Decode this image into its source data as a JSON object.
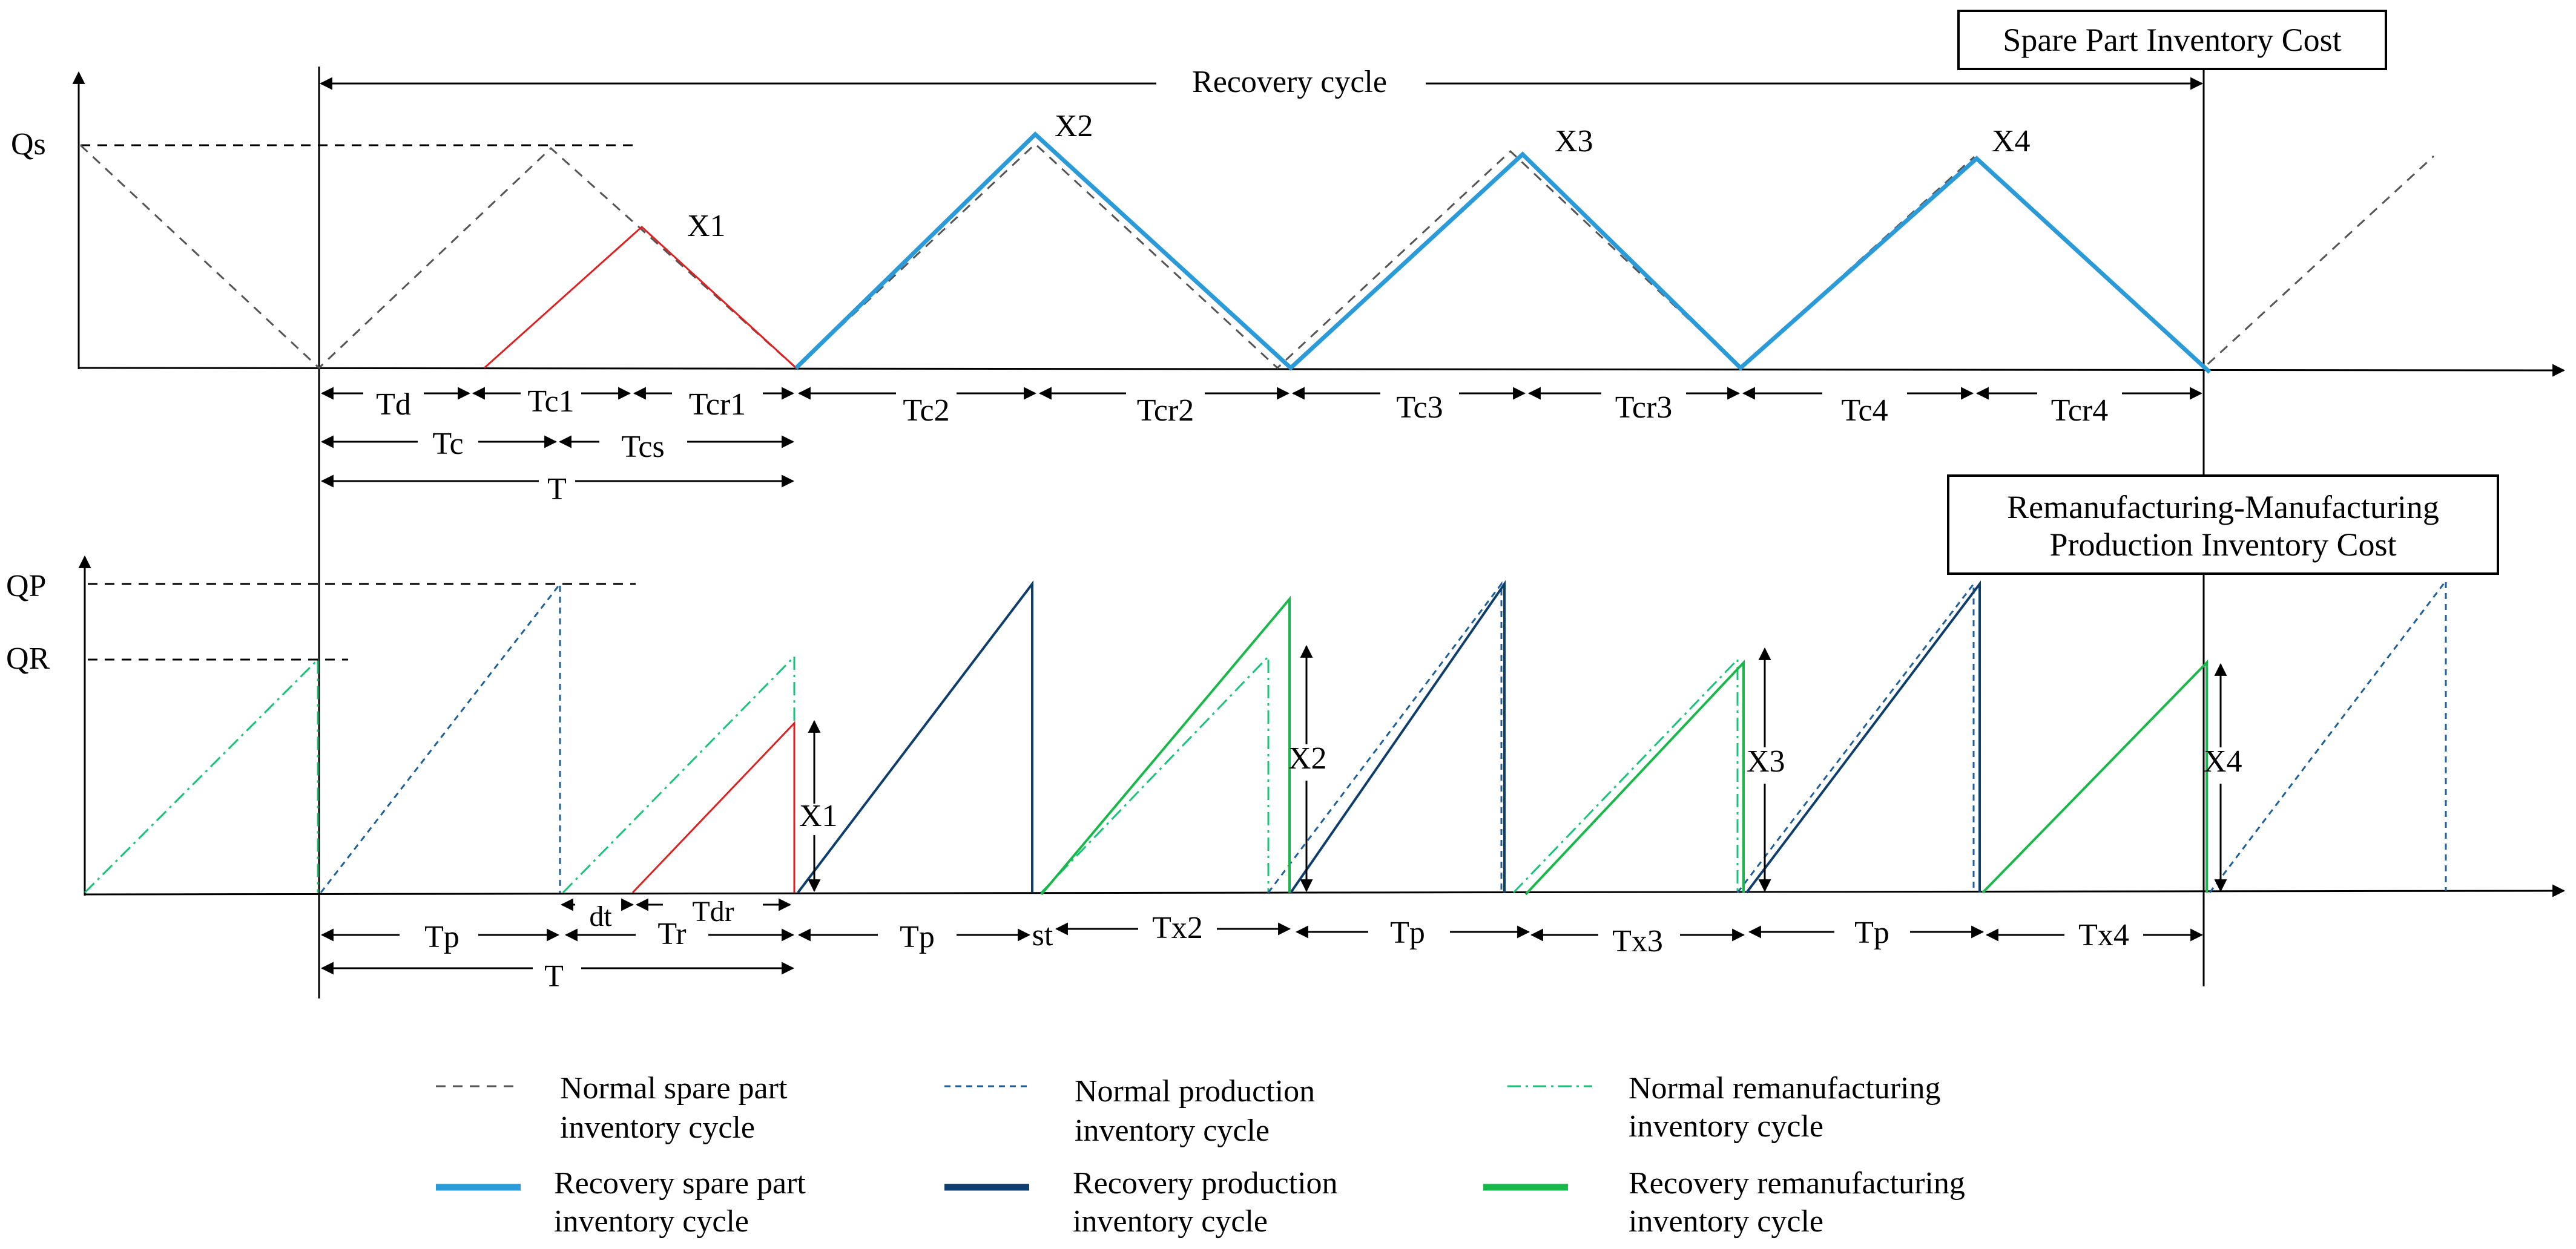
{
  "colors": {
    "axis": "#000000",
    "normal_spare": "#555555",
    "normal_production": "#1f5f9a",
    "normal_reman": "#19c37a",
    "recovery_spare": "#2a9ad8",
    "recovery_production": "#0e3e6e",
    "recovery_reman": "#19b84a",
    "disruption": "#e02020"
  },
  "top_panel": {
    "box_title": "Spare Part Inventory Cost",
    "cycle_label": "Recovery cycle",
    "y_level_label": "Qs",
    "peak_labels": [
      "X1",
      "X2",
      "X3",
      "X4"
    ],
    "interval_row1": [
      "Td",
      "Tc1",
      "Tcr1",
      "Tc2",
      "Tcr2",
      "Tc3",
      "Tcr3",
      "Tc4",
      "Tcr4"
    ],
    "interval_row2": [
      "Tc",
      "Tcs"
    ],
    "interval_row3": [
      "T"
    ]
  },
  "bottom_panel": {
    "box_title_line1": "Remanufacturing-Manufacturing",
    "box_title_line2": "Production Inventory Cost",
    "y_level_labels": [
      "QP",
      "QR"
    ],
    "height_labels": [
      "X1",
      "X2",
      "X3",
      "X4"
    ],
    "interval_row1": [
      "Tp",
      "Tr",
      "Tp",
      "st",
      "Tx2",
      "Tp",
      "Tx3",
      "Tp",
      "Tx4"
    ],
    "interval_sub": [
      "dt",
      "Tdr"
    ],
    "interval_row2": [
      "T"
    ]
  },
  "legend": [
    {
      "line1": "Normal spare part",
      "line2": "inventory cycle",
      "style": "dashed-gray"
    },
    {
      "line1": "Normal production",
      "line2": "inventory cycle",
      "style": "dashed-blue"
    },
    {
      "line1": "Normal remanufacturing",
      "line2": "inventory cycle",
      "style": "dashdot-green"
    },
    {
      "line1": "Recovery spare part",
      "line2": "inventory cycle",
      "style": "solid-lightblue"
    },
    {
      "line1": "Recovery production",
      "line2": "inventory cycle",
      "style": "solid-darkblue"
    },
    {
      "line1": "Recovery remanufacturing",
      "line2": "inventory cycle",
      "style": "solid-green"
    }
  ]
}
